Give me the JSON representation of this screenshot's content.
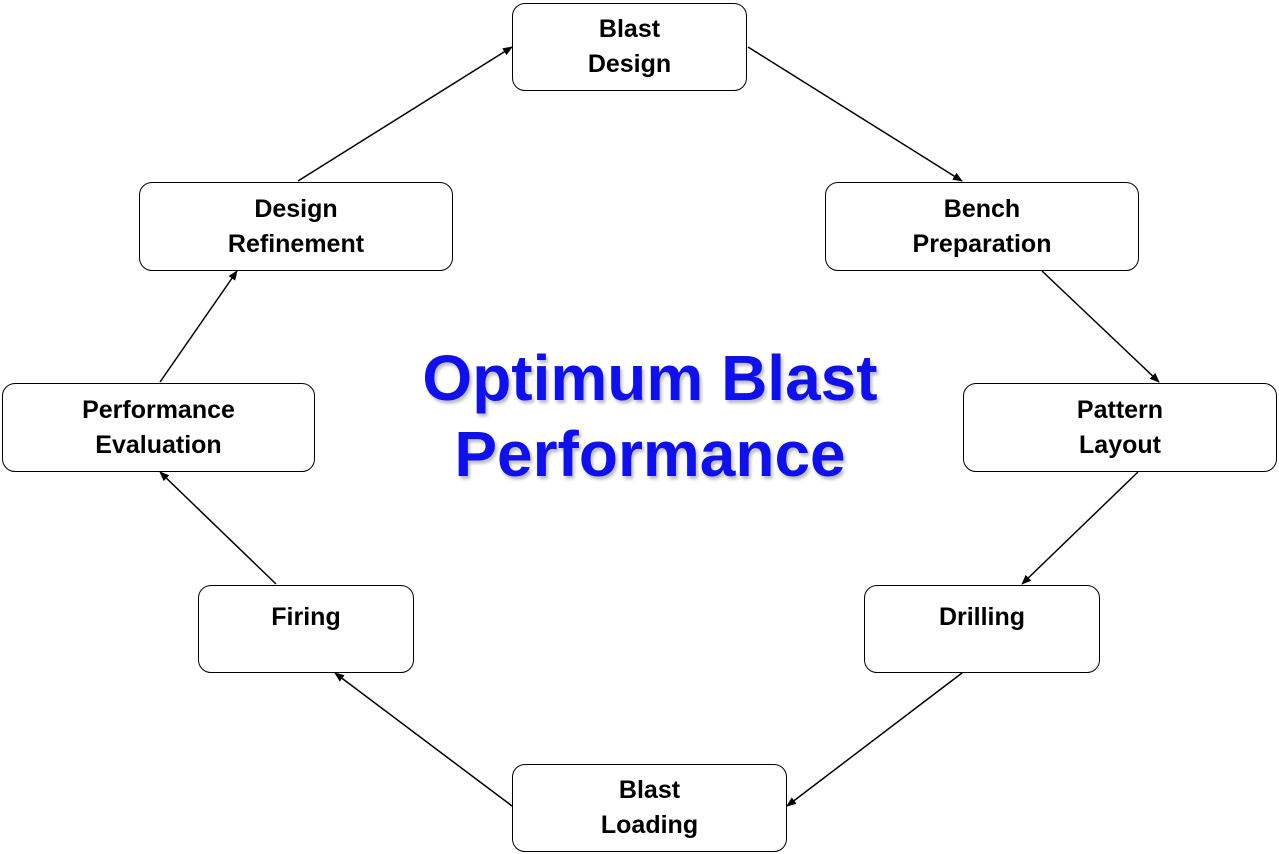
{
  "diagram": {
    "center_title": "Optimum Blast\nPerformance",
    "colors": {
      "center_title": "#1010e8",
      "box_border": "#000000",
      "arrow": "#000000"
    },
    "steps": [
      {
        "id": "blast-design",
        "label": "Blast\nDesign"
      },
      {
        "id": "bench-preparation",
        "label": "Bench\nPreparation"
      },
      {
        "id": "pattern-layout",
        "label": "Pattern\nLayout"
      },
      {
        "id": "drilling",
        "label": "Drilling"
      },
      {
        "id": "blast-loading",
        "label": "Blast\nLoading"
      },
      {
        "id": "firing",
        "label": "Firing"
      },
      {
        "id": "performance-evaluation",
        "label": "Performance\nEvaluation"
      },
      {
        "id": "design-refinement",
        "label": "Design\nRefinement"
      }
    ],
    "flow": [
      {
        "from": "blast-design",
        "to": "bench-preparation"
      },
      {
        "from": "bench-preparation",
        "to": "pattern-layout"
      },
      {
        "from": "pattern-layout",
        "to": "drilling"
      },
      {
        "from": "drilling",
        "to": "blast-loading"
      },
      {
        "from": "blast-loading",
        "to": "firing"
      },
      {
        "from": "firing",
        "to": "performance-evaluation"
      },
      {
        "from": "performance-evaluation",
        "to": "design-refinement"
      },
      {
        "from": "design-refinement",
        "to": "blast-design"
      }
    ]
  }
}
